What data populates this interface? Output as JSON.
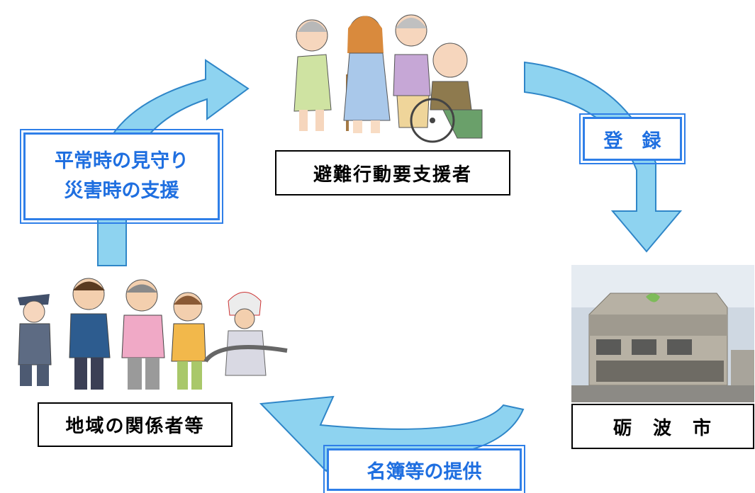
{
  "nodes": {
    "persons_needing_support": "避難行動要支援者",
    "city": "砺　波　市",
    "community": "地域の関係者等"
  },
  "flows": {
    "registration": "登　録",
    "provision": "名簿等の提供",
    "support_line1": "平常時の見守り",
    "support_line2": "災害時の支援"
  },
  "colors": {
    "arrow_fill": "#8ed3f0",
    "arrow_stroke": "#2f86c8",
    "label_blue": "#1f6fe0"
  }
}
